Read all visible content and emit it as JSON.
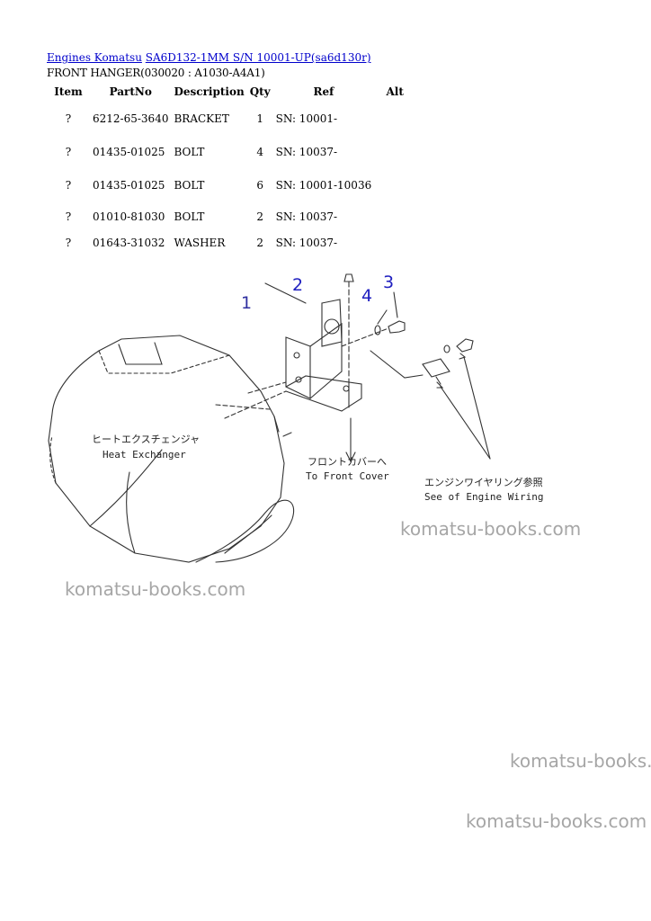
{
  "breadcrumb": {
    "root": "Engines Komatsu",
    "model": "SA6D132-1MM S/N 10001-UP(sa6d130r)"
  },
  "subtitle": "FRONT HANGER(030020 : A1030-A4A1)",
  "table": {
    "headers": {
      "item": "Item",
      "partno": "PartNo",
      "description": "Description",
      "qty": "Qty",
      "ref": "Ref",
      "alt": "Alt"
    },
    "rows": [
      {
        "item": "?",
        "partno": "6212-65-3640",
        "description": "BRACKET",
        "qty": "1",
        "ref": "SN: 10001-",
        "alt": ""
      },
      {
        "item": "?",
        "partno": "01435-01025",
        "description": "BOLT",
        "qty": "4",
        "ref": "SN: 10037-",
        "alt": ""
      },
      {
        "item": "?",
        "partno": "01435-01025",
        "description": "BOLT",
        "qty": "6",
        "ref": "SN: 10001-10036",
        "alt": ""
      },
      {
        "item": "?",
        "partno": "01010-81030",
        "description": "BOLT",
        "qty": "2",
        "ref": "SN: 10037-",
        "alt": ""
      },
      {
        "item": "?",
        "partno": "01643-31032",
        "description": "WASHER",
        "qty": "2",
        "ref": "SN: 10037-",
        "alt": ""
      }
    ]
  },
  "diagram": {
    "callouts": [
      "1",
      "2",
      "3",
      "4"
    ],
    "callout_colors": {
      "1": "#3030a0",
      "2": "#2020c0",
      "3": "#2020c0",
      "4": "#2020c0"
    },
    "labels": {
      "heat_jp": "ヒートエクスチェンジャ",
      "heat_en": "Heat Exchanger",
      "front_jp": "フロントカバーへ",
      "front_en": "To Front Cover",
      "wiring_jp": "エンジンワイヤリング参照",
      "wiring_en": "See of Engine Wiring"
    }
  },
  "watermarks": [
    "komatsu-books.com",
    "komatsu-books.com",
    "komatsu-books.com",
    "komatsu-books.com"
  ]
}
